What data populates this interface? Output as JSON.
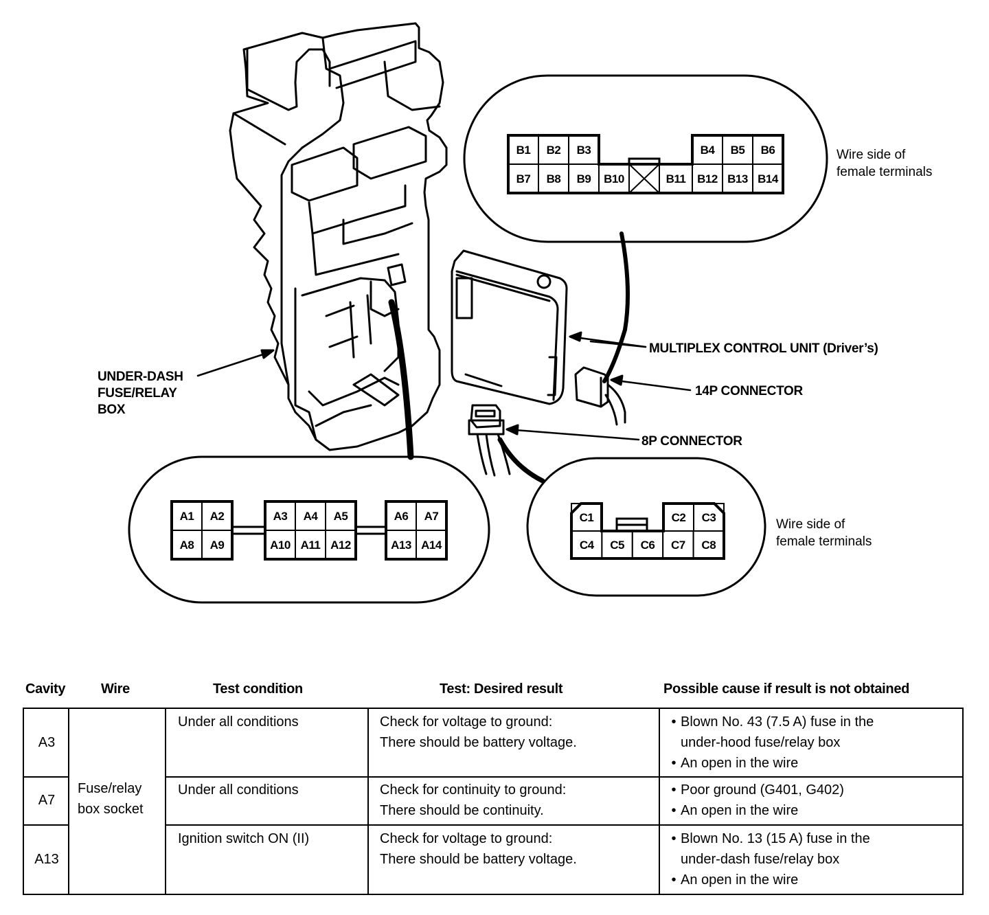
{
  "diagram": {
    "labels": {
      "fuse_box": [
        "UNDER-DASH",
        "FUSE/RELAY",
        "BOX"
      ],
      "control_unit": "MULTIPLEX CONTROL UNIT (Driver’s)",
      "connector_14p": "14P CONNECTOR",
      "connector_8p": "8P CONNECTOR",
      "wire_side_note_b": [
        "Wire side of",
        "female terminals"
      ],
      "wire_side_note_c": [
        "Wire side of",
        "female terminals"
      ]
    },
    "connector_b": {
      "top_row_left": [
        "B1",
        "B2",
        "B3"
      ],
      "top_row_right": [
        "B4",
        "B5",
        "B6"
      ],
      "bottom_row": [
        "B7",
        "B8",
        "B9",
        "B10",
        "B11",
        "B12",
        "B13",
        "B14"
      ]
    },
    "connector_a": {
      "block1": {
        "top": [
          "A1",
          "A2"
        ],
        "bottom": [
          "A8",
          "A9"
        ]
      },
      "block2": {
        "top": [
          "A3",
          "A4",
          "A5"
        ],
        "bottom": [
          "A10",
          "A11",
          "A12"
        ]
      },
      "block3": {
        "top": [
          "A6",
          "A7"
        ],
        "bottom": [
          "A13",
          "A14"
        ]
      }
    },
    "connector_c": {
      "top_row": [
        "C1",
        "C2",
        "C3"
      ],
      "bottom_row": [
        "C4",
        "C5",
        "C6",
        "C7",
        "C8"
      ]
    }
  },
  "table": {
    "headers": [
      "Cavity",
      "Wire",
      "Test condition",
      "Test: Desired result",
      "Possible cause if result is not obtained"
    ],
    "wire": [
      "Fuse/relay",
      "box socket"
    ],
    "rows": [
      {
        "cavity": "A3",
        "condition": "Under all conditions",
        "result": [
          "Check for voltage to ground:",
          "There should be battery voltage."
        ],
        "causes": [
          [
            "Blown No. 43 (7.5 A) fuse in the",
            "under-hood fuse/relay box"
          ],
          [
            "An open in the wire"
          ]
        ]
      },
      {
        "cavity": "A7",
        "condition": "Under all conditions",
        "result": [
          "Check for continuity to ground:",
          "There should be continuity."
        ],
        "causes": [
          [
            "Poor ground (G401, G402)"
          ],
          [
            "An open in the wire"
          ]
        ]
      },
      {
        "cavity": "A13",
        "condition": "Ignition switch ON (II)",
        "result": [
          "Check for voltage to ground:",
          "There should be battery voltage."
        ],
        "causes": [
          [
            "Blown No. 13 (15 A) fuse in the",
            "under-dash fuse/relay box"
          ],
          [
            "An open in the wire"
          ]
        ]
      }
    ],
    "bullet": "•"
  }
}
